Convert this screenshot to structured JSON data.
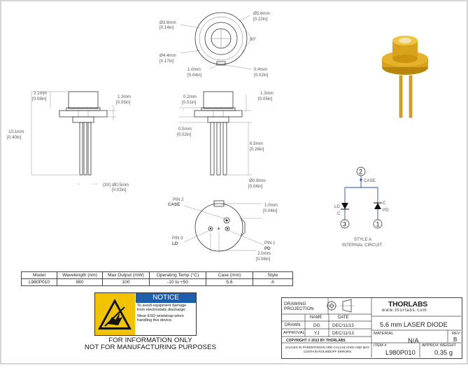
{
  "dimensions": {
    "top_outer_dia": "Ø5.6mm",
    "top_outer_dia_in": "[0.22in]",
    "top_inner_dia": "Ø3.6mm",
    "top_inner_dia_in": "[0.14in]",
    "top_pin_circle": "Ø4.4mm",
    "top_pin_circle_in": "[0.17in]",
    "top_angle": "90°",
    "top_notch_w": "1.0mm",
    "top_notch_w_in": "[0.04in]",
    "top_notch_d": "0.4mm",
    "top_notch_d_in": "[0.02in]",
    "left_cap_h": "2.1mm",
    "left_cap_h_in": "[0.08in]",
    "left_flange": "1.3mm",
    "left_flange_in": "[0.05in]",
    "left_total": "10.1mm",
    "left_total_in": "[0.40in]",
    "left_lead_dia": "(3X) Ø0.5mm",
    "left_lead_dia_in": "[0.02in]",
    "right_top": "0.2mm",
    "right_top_in": "[0.01in]",
    "right_flange": "1.3mm",
    "right_flange_in": "[0.05in]",
    "right_base": "0.5mm",
    "right_base_in": "[0.02in]",
    "right_lead": "6.5mm",
    "right_lead_in": "[0.26in]",
    "right_pin_dia": "Ø0.9mm",
    "right_pin_dia_in": "[0.04in]",
    "bottom_notch": "1.0mm",
    "bottom_notch_in": "[0.04in]",
    "bottom_pitch": "2.0mm",
    "bottom_pitch_in": "[0.08in]"
  },
  "pins": {
    "pin2": "PIN 2",
    "pin2_name": "CASE",
    "pin3": "PIN 3",
    "pin3_name": "LD",
    "pin1": "PIN 1",
    "pin1_name": "PD"
  },
  "circuit": {
    "node2": "2",
    "node3": "3",
    "node1": "1",
    "case": "CASE",
    "ld": "LD",
    "pd": "PD",
    "c": "C",
    "style": "STYLE A",
    "caption": "INTERNAL CIRCUIT"
  },
  "spec_table": {
    "headers": [
      "Model",
      "Wavelength (nm)",
      "Max Output (mW)",
      "Operating Temp (°C)",
      "Case (mm)",
      "Style"
    ],
    "row": [
      "L980P010",
      "980",
      "100",
      "-10 to +50",
      "5.6",
      "A"
    ]
  },
  "notice": {
    "title": "NOTICE",
    "text1": "To avoid equipment damage from electrostatic discharge:",
    "text2": "Wear ESD wriststrap when handling this device."
  },
  "info": {
    "line1": "FOR INFORMATION ONLY",
    "line2": "NOT FOR MANUFACTURING PURPOSES"
  },
  "title_block": {
    "projection": "DRAWING PROJECTION",
    "name": "NAME",
    "date": "DATE",
    "drawn": "DRAWN",
    "drawn_name": "DG",
    "drawn_date": "DEC/11/13",
    "approval": "APPROVAL",
    "approval_name": "YJ",
    "approval_date": "DEC/11/13",
    "copyright": "COPYRIGHT © 2013 BY THORLABS",
    "note": "VALUES IN PARENTHESIS ARE CALCULATED AND MAY CONTAIN ROUNDOFF ERRORS",
    "logo": "THORLABS",
    "url": "www.thorlabs.com",
    "title": "5.6 mm LASER DIODE",
    "material_label": "MATERIAL",
    "material": "N/A",
    "rev_label": "REV",
    "rev": "B",
    "item_label": "ITEM #",
    "item": "L980P010",
    "weight_label": "APPROX WEIGHT",
    "weight": "0.35 g"
  },
  "colors": {
    "gold": "#d9a21c",
    "notice_blue": "#1f5fae",
    "esd_yellow": "#f2c400",
    "circuit_blue": "#1f4fa8"
  }
}
